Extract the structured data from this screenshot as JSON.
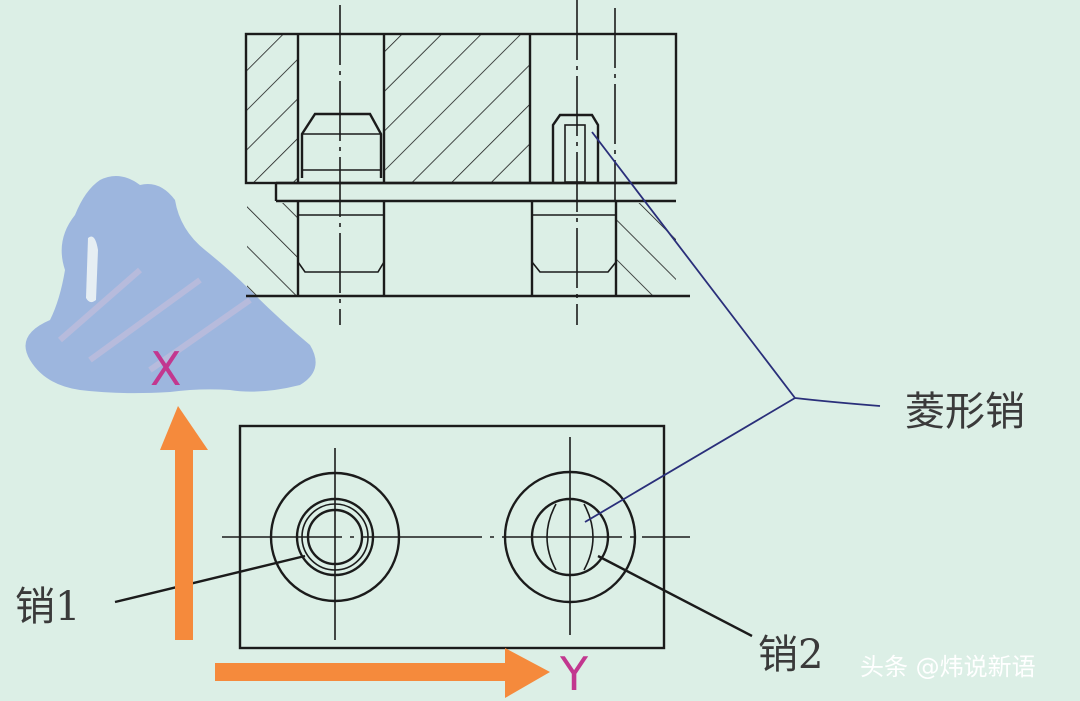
{
  "labels": {
    "diamond_pin": "菱形销",
    "pin_1": "销1",
    "pin_2": "销2"
  },
  "axes": {
    "x": "X",
    "y": "Y"
  },
  "watermark": "头条 @炜说新语",
  "colors": {
    "background": "#dcefe6",
    "arrow": "#f58a3c",
    "axis_letter": "#c2378f",
    "blob": "#9db6de",
    "leader": "#2a2f7a"
  }
}
